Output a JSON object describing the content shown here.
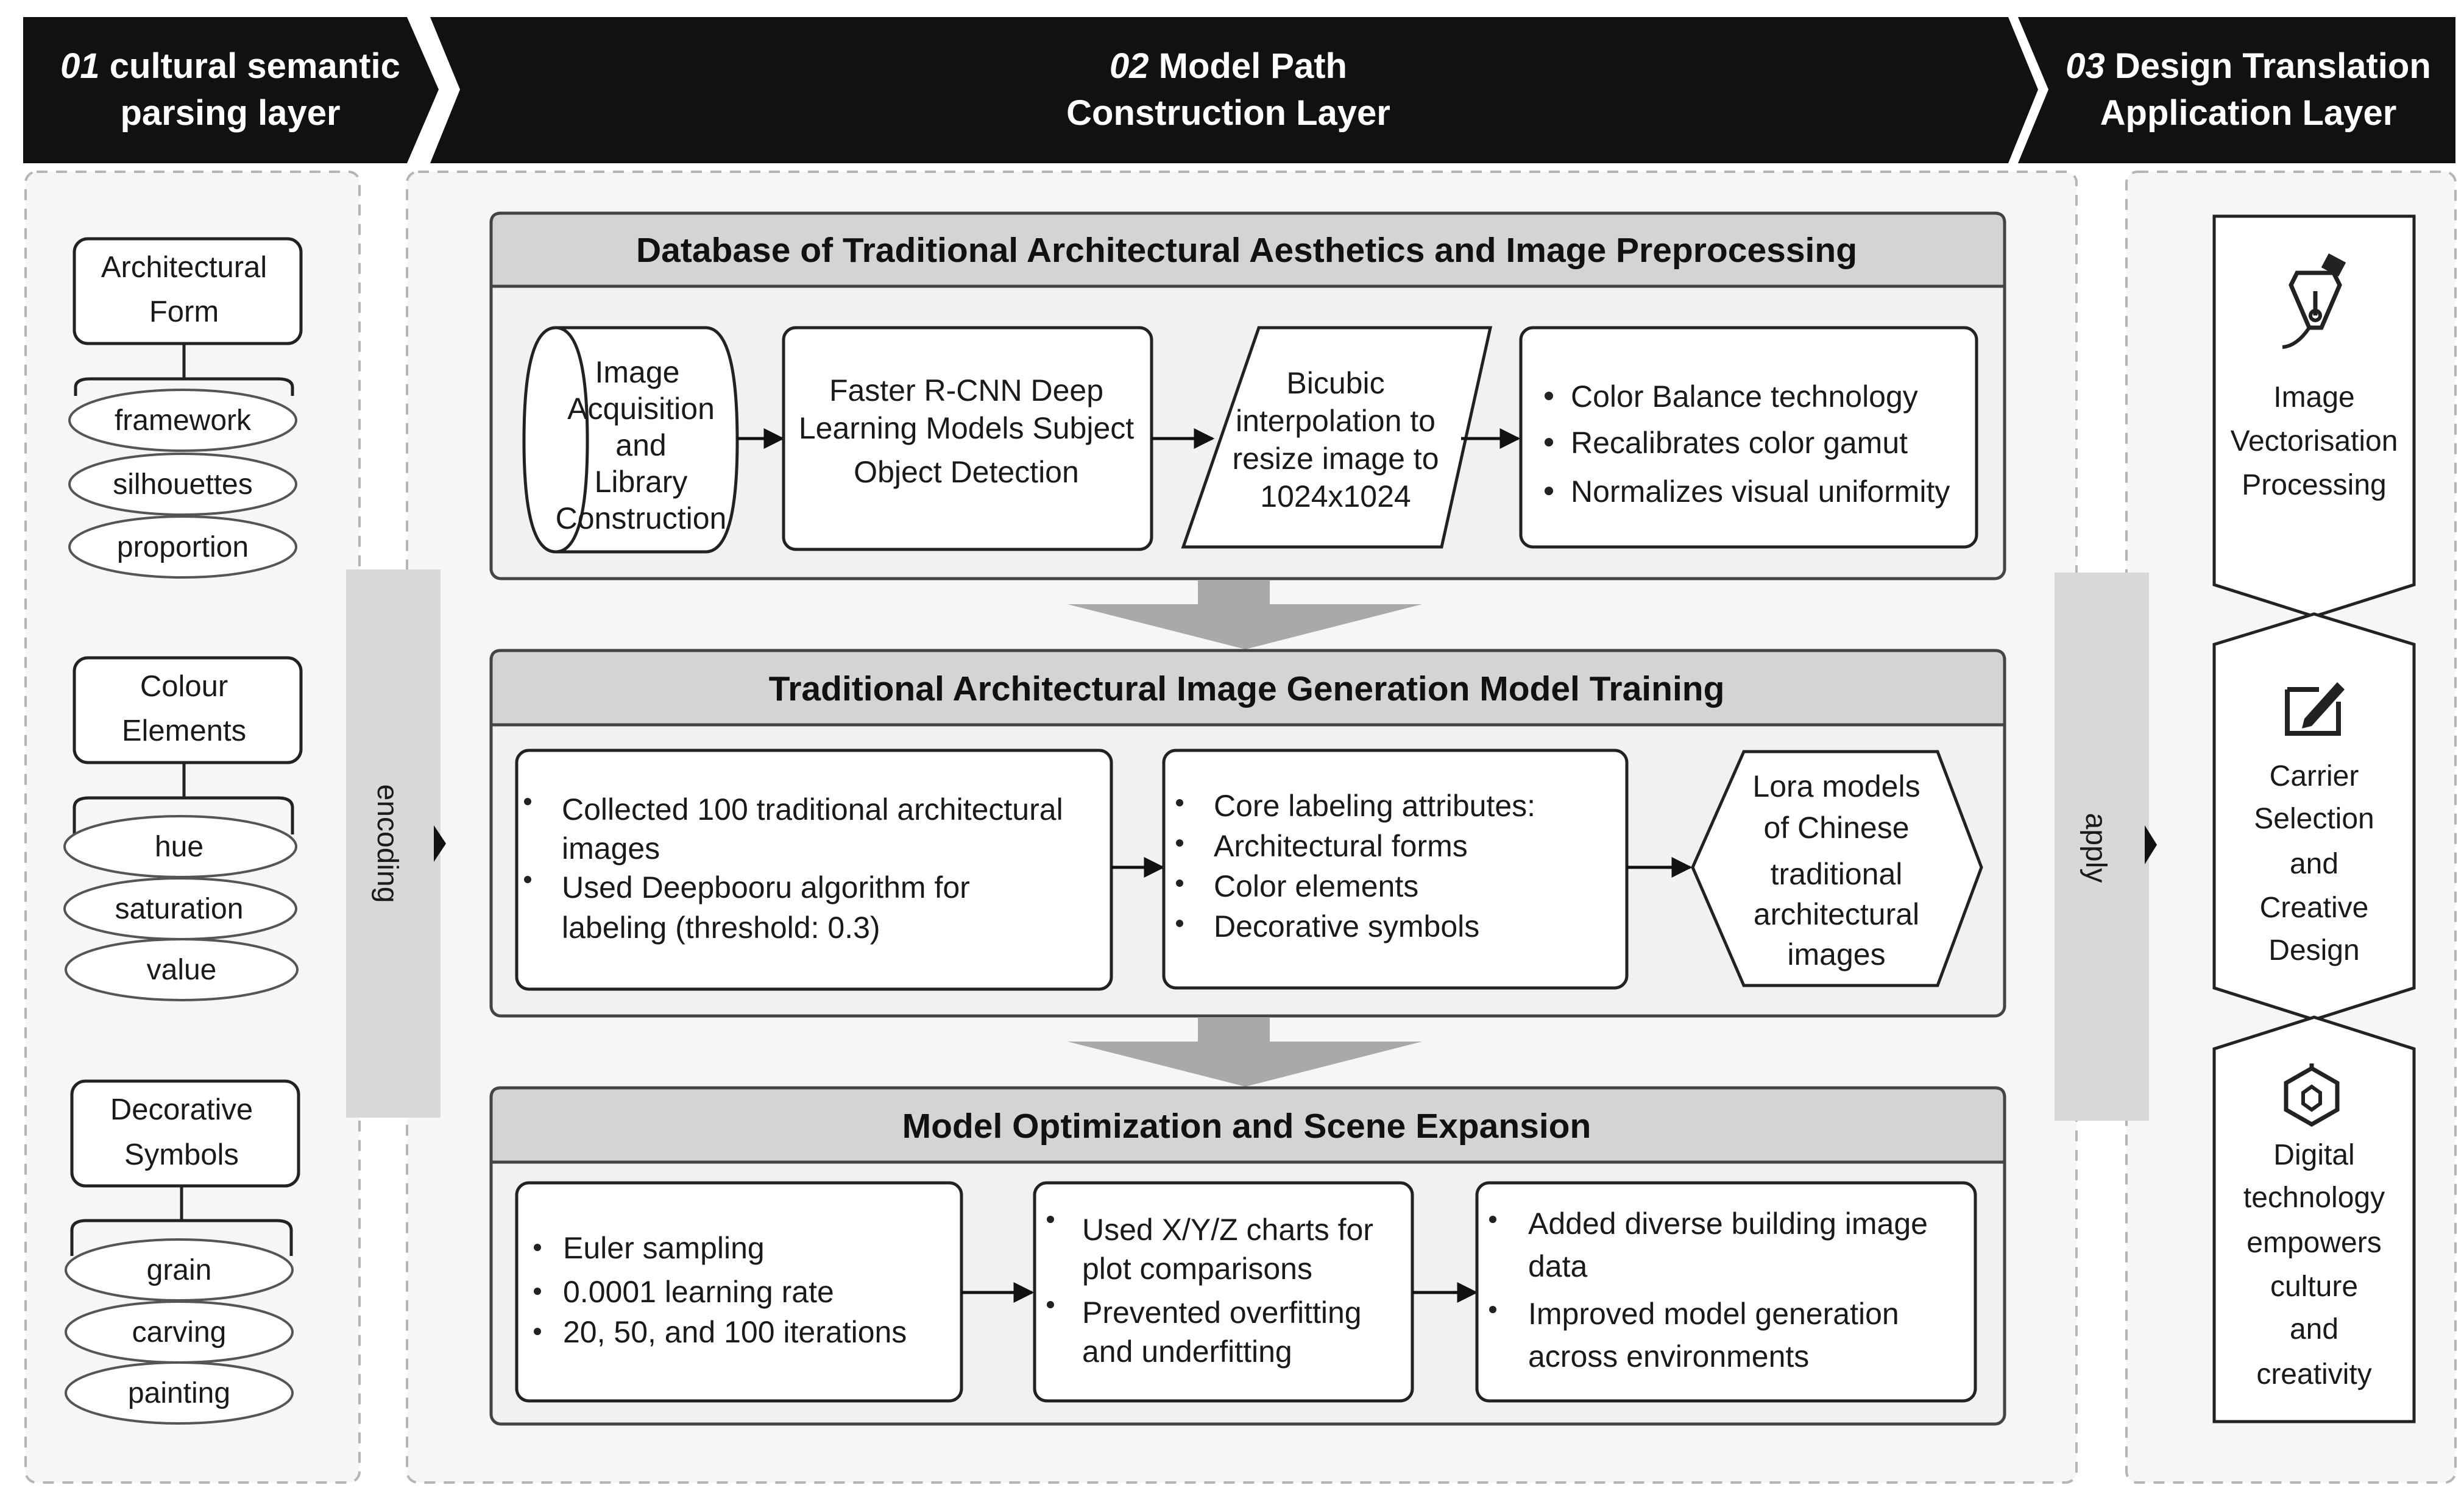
{
  "headers": {
    "layer1": {
      "num": "01",
      "line1": "cultural semantic",
      "line2": "parsing layer"
    },
    "layer2": {
      "num": "02",
      "line1": "Model Path",
      "line2": "Construction Layer"
    },
    "layer3": {
      "num": "03",
      "line1": "Design Translation",
      "line2": "Application Layer"
    }
  },
  "left": {
    "groups": [
      {
        "title_lines": [
          "Architectural",
          "Form"
        ],
        "items": [
          "framework",
          "silhouettes",
          "proportion"
        ]
      },
      {
        "title_lines": [
          "Colour",
          "Elements"
        ],
        "items": [
          "hue",
          "saturation",
          "value"
        ]
      },
      {
        "title_lines": [
          "Decorative",
          "Symbols"
        ],
        "items": [
          "grain",
          "carving",
          "painting"
        ]
      }
    ],
    "encoding_label": "encoding"
  },
  "middle": {
    "section1": {
      "title": "Database of Traditional Architectural Aesthetics and Image Preprocessing",
      "box1_lines": [
        "Image",
        "Acquisition",
        "and",
        "Library",
        "Construction"
      ],
      "box2_lines": [
        "Faster R-CNN Deep",
        "Learning Models Subject",
        "Object Detection"
      ],
      "box3_lines": [
        "Bicubic",
        "interpolation to",
        "resize image to",
        "1024x1024"
      ],
      "box4_bullets": [
        "Color Balance technology",
        "Recalibrates color gamut",
        "Normalizes visual uniformity"
      ]
    },
    "section2": {
      "title": "Traditional Architectural Image Generation Model Training",
      "box1_lines": [
        "Collected 100 traditional architectural",
        "images",
        "Used Deepbooru algorithm for",
        "labeling (threshold: 0.3)"
      ],
      "box2_bullets": [
        "Core labeling attributes:",
        "Architectural forms",
        "Color elements",
        "Decorative symbols"
      ],
      "box3_lines": [
        "Lora models",
        "of Chinese",
        "traditional",
        "architectural",
        "images"
      ]
    },
    "section3": {
      "title": "Model Optimization and Scene Expansion",
      "box1_bullets": [
        "Euler sampling",
        "0.0001 learning rate",
        "20, 50, and 100 iterations"
      ],
      "box2_lines": [
        "Used X/Y/Z charts for",
        "plot comparisons",
        "Prevented overfitting",
        "and underfitting"
      ],
      "box3_lines": [
        "Added diverse building image",
        "data",
        "Improved model generation",
        "across environments"
      ]
    }
  },
  "apply_label": "apply",
  "right": {
    "cards": [
      {
        "icon": "pen-nib-icon",
        "lines": [
          "Image",
          "Vectorisation",
          "Processing"
        ]
      },
      {
        "icon": "edit-square-icon",
        "lines": [
          "Carrier",
          "Selection",
          "and",
          "Creative",
          "Design"
        ]
      },
      {
        "icon": "hexagon-chip-icon",
        "lines": [
          "Digital",
          "technology",
          "empowers",
          "culture",
          "and",
          "creativity"
        ]
      }
    ]
  },
  "colors": {
    "header": "#111111",
    "panel": "#f5f5f5",
    "section_bg": "#f0f0f0",
    "section_head": "#d4d4d4",
    "arrow_gray": "#a8a8a8",
    "side_arrow": "#d6d6d6"
  }
}
